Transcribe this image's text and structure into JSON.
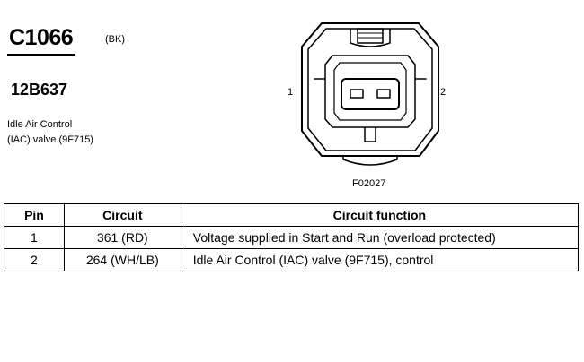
{
  "connector": {
    "id": "C1066",
    "color": "(BK)",
    "part_number": "12B637",
    "description_line1": "Idle Air Control",
    "description_line2": "(IAC) valve (9F715)"
  },
  "diagram": {
    "pin_label_left": "1",
    "pin_label_right": "2",
    "figure_id": "F02027"
  },
  "table": {
    "headers": [
      "Pin",
      "Circuit",
      "Circuit function"
    ],
    "rows": [
      {
        "pin": "1",
        "circuit": "361 (RD)",
        "function": "Voltage supplied in Start and Run (overload protected)"
      },
      {
        "pin": "2",
        "circuit": "264 (WH/LB)",
        "function": "Idle Air Control (IAC) valve (9F715), control"
      }
    ]
  }
}
